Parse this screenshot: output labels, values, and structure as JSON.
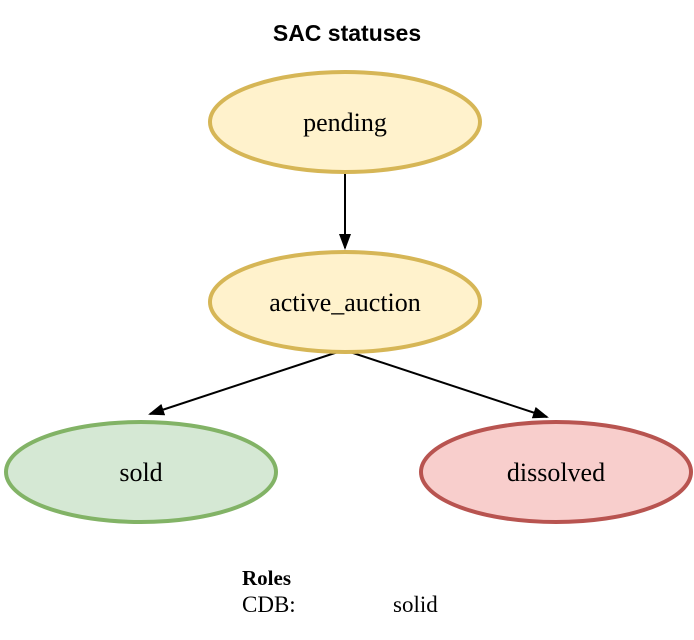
{
  "title": "SAC statuses",
  "nodes": {
    "pending": {
      "label": "pending",
      "fill": "#FFF2CC",
      "stroke": "#D6B656"
    },
    "active_auction": {
      "label": "active_auction",
      "fill": "#FFF2CC",
      "stroke": "#D6B656"
    },
    "sold": {
      "label": "sold",
      "fill": "#D5E8D4",
      "stroke": "#82B366"
    },
    "dissolved": {
      "label": "dissolved",
      "fill": "#F8CECC",
      "stroke": "#B85450"
    }
  },
  "edges": [
    {
      "from": "pending",
      "to": "active_auction"
    },
    {
      "from": "active_auction",
      "to": "sold"
    },
    {
      "from": "active_auction",
      "to": "dissolved"
    }
  ],
  "edge_color": "#000000",
  "legend": {
    "heading": "Roles",
    "rows": [
      {
        "label": "CDB:",
        "value": "solid"
      }
    ]
  }
}
